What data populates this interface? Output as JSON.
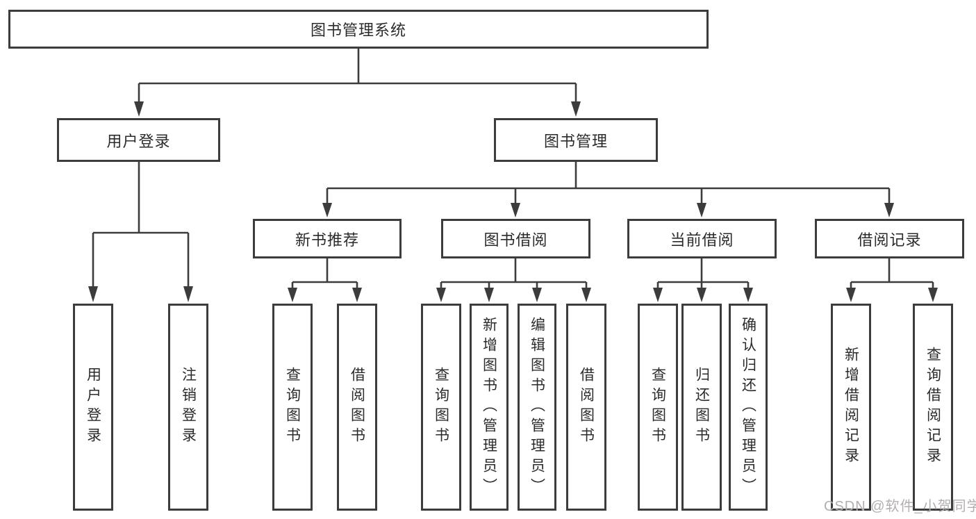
{
  "diagram_type": "hierarchy-tree",
  "root": {
    "label": "图书管理系统",
    "children": [
      {
        "label": "用户登录",
        "children": [
          {
            "label": "用户登录"
          },
          {
            "label": "注销登录"
          }
        ]
      },
      {
        "label": "图书管理",
        "children": [
          {
            "label": "新书推荐",
            "children": [
              {
                "label": "查询图书"
              },
              {
                "label": "借阅图书"
              }
            ]
          },
          {
            "label": "图书借阅",
            "children": [
              {
                "label": "查询图书"
              },
              {
                "label": "新增图书（管理员）"
              },
              {
                "label": "编辑图书（管理员）"
              },
              {
                "label": "借阅图书"
              }
            ]
          },
          {
            "label": "当前借阅",
            "children": [
              {
                "label": "查询图书"
              },
              {
                "label": "归还图书"
              },
              {
                "label": "确认归还（管理员）"
              }
            ]
          },
          {
            "label": "借阅记录",
            "children": [
              {
                "label": "新增借阅记录"
              },
              {
                "label": "查询借阅记录"
              }
            ]
          }
        ]
      }
    ]
  },
  "watermark": "CSDN @软件_小贺同学",
  "colors": {
    "line": "#3c3c3c",
    "border": "#3c3c3c",
    "text": "#2b2b2b",
    "watermark": "#b3afaf",
    "background": "#ffffff"
  }
}
